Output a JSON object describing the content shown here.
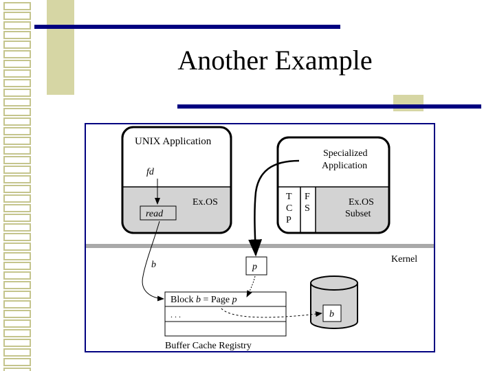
{
  "slide": {
    "title": "Another Example"
  },
  "diagram": {
    "unix_app": {
      "title": "UNIX Application",
      "fd": "fd",
      "exos": "Ex.OS",
      "read": "read"
    },
    "spec_app": {
      "line1": "Specialized",
      "line2": "Application",
      "tcp": [
        "T",
        "C",
        "P"
      ],
      "fs": [
        "F",
        "S"
      ],
      "exos_line1": "Ex.OS",
      "exos_line2": "Subset"
    },
    "kernel": {
      "label": "Kernel",
      "b": "b",
      "p": "p",
      "disk_b": "b",
      "table_row1_a": "Block ",
      "table_row1_b": "b",
      "table_row1_c": " = Page ",
      "table_row1_d": "p",
      "table_row2": ". . .",
      "registry": "Buffer Cache Registry"
    },
    "colors": {
      "frame": "#000080",
      "accent": "#d6d6a4",
      "exos_fill": "#d3d3d3",
      "kernel_line": "#a9a9a9"
    }
  }
}
